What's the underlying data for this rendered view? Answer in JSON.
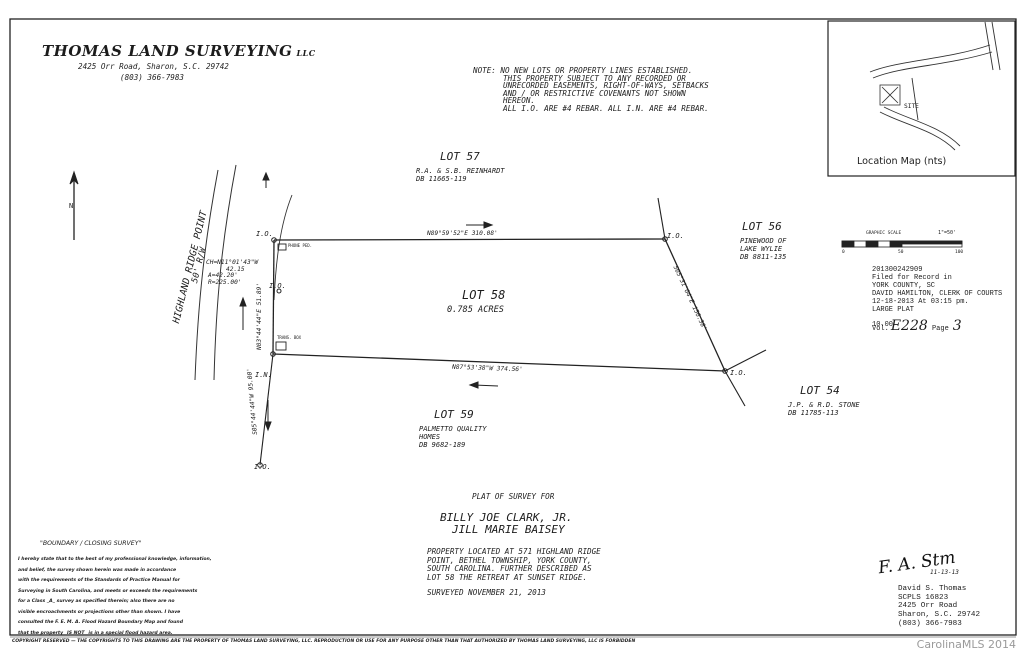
{
  "firm": {
    "name": "THOMAS LAND SURVEYING",
    "suffix": "LLC",
    "address": "2425 Orr Road, Sharon, S.C. 29742",
    "phone": "(803) 366-7983"
  },
  "note": [
    "NOTE: NO NEW LOTS OR PROPERTY LINES ESTABLISHED.",
    "THIS PROPERTY SUBJECT TO ANY RECORDED OR",
    "UNRECORDED EASEMENTS, RIGHT-OF-WAYS, SETBACKS",
    "AND / OR RESTRICTIVE COVENANTS NOT SHOWN",
    "HEREON.",
    "ALL I.O. ARE #4 REBAR. ALL I.N. ARE #4 REBAR."
  ],
  "location_map": {
    "title": "Location Map (nts)",
    "site_label": "SITE"
  },
  "lots": {
    "lot57": {
      "title": "LOT 57",
      "owner": "R.A. & S.B. REINHARDT",
      "deed": "DB 11665-119"
    },
    "lot56": {
      "title": "LOT 56",
      "owner": "PINEWOOD OF",
      "owner2": "LAKE WYLIE",
      "deed": "DB 8811-135"
    },
    "lot58": {
      "title": "LOT 58",
      "acres": "0.785 ACRES"
    },
    "lot54": {
      "title": "LOT 54",
      "owner": "J.P. & R.D. STONE",
      "deed": "DB 11785-113"
    },
    "lot59": {
      "title": "LOT 59",
      "owner": "PALMETTO QUALITY",
      "owner2": "HOMES",
      "deed": "DB 9682-189"
    }
  },
  "bearings": {
    "north_line": "N89°59'52\"E  310.08'",
    "east_line": "S05°31'04\"E  156.38'",
    "south_line": "N87°53'38\"W  374.56'",
    "west_line": "N03°44'44\"E  51.89'",
    "west_lower": "S05°44'44\"W  95.00'"
  },
  "curve": {
    "chord": "CH=N11°01'43\"W",
    "chord_len": "42.15",
    "arc": "A=42.20'",
    "radius": "R=225.00'"
  },
  "markers": {
    "io": "I.O.",
    "in": "I.N."
  },
  "misc_labels": {
    "phone_ped": "PHONE PED.",
    "trans_box": "TRANS. BOX"
  },
  "road": {
    "name": "HIGHLAND RIDGE POINT",
    "row": "50' R/W"
  },
  "scale": {
    "label": "GRAPHIC SCALE",
    "ratio": "1\"=50'",
    "ticks": [
      "0",
      "50",
      "100"
    ]
  },
  "recording": {
    "number": "201300242909",
    "line1": "Filed for Record in",
    "line2": "YORK COUNTY, SC",
    "line3": "DAVID HAMILTON, CLERK OF COURTS",
    "line4": "12-18-2013 At 03:15 pm.",
    "line5_label": "LARGE PLAT",
    "line5_value": "10.00",
    "vol_label": "Vol.",
    "vol_value": "E228",
    "page_label": "Page",
    "page_value": "3"
  },
  "plat": {
    "title": "PLAT OF SURVEY FOR",
    "owner1": "BILLY JOE CLARK, JR.",
    "owner2": "JILL MARIE BAISEY",
    "desc": [
      "PROPERTY LOCATED AT 571 HIGHLAND RIDGE",
      "POINT, BETHEL TOWNSHIP, YORK COUNTY,",
      "SOUTH CAROLINA. FURTHER DESCRIBED AS",
      "LOT 58 THE RETREAT AT SUNSET RIDGE."
    ],
    "surveyed": "SURVEYED NOVEMBER 21, 2013"
  },
  "certification": {
    "heading": "\"BOUNDARY / CLOSING SURVEY\"",
    "lines": [
      "I hereby state that to the best of my professional knowledge, information,",
      "and belief, the survey shown herein was made in accordance",
      "with the requirements of the Standards of Practice Manual for",
      "Surveying in South Carolina, and meets or exceeds the requirements",
      "for a Class _A_ survey as specified therein; also there are no",
      "visible encroachments or projections other than shown. I have",
      "consulted the F. E. M. A. Flood Hazard Boundary Map and found",
      "that the property _IS NOT_ is in a special flood hazard area."
    ]
  },
  "surveyor": {
    "name": "David S. Thomas",
    "license": "SCPLS 16823",
    "address1": "2425 Orr Road",
    "address2": "Sharon, S.C. 29742",
    "phone": "(803) 366-7983",
    "sign_date": "11-13-13",
    "signature": "F. A. Stm"
  },
  "copyright": "COPYRIGHT RESERVED — THE COPYRIGHTS TO THIS DRAWING ARE THE PROPERTY OF THOMAS LAND SURVEYING, LLC. REPRODUCTION OR USE FOR ANY PURPOSE OTHER THAN THAT AUTHORIZED BY THOMAS LAND SURVEYING, LLC IS FORBIDDEN",
  "watermark": "CarolinaMLS 2014",
  "north": "N"
}
